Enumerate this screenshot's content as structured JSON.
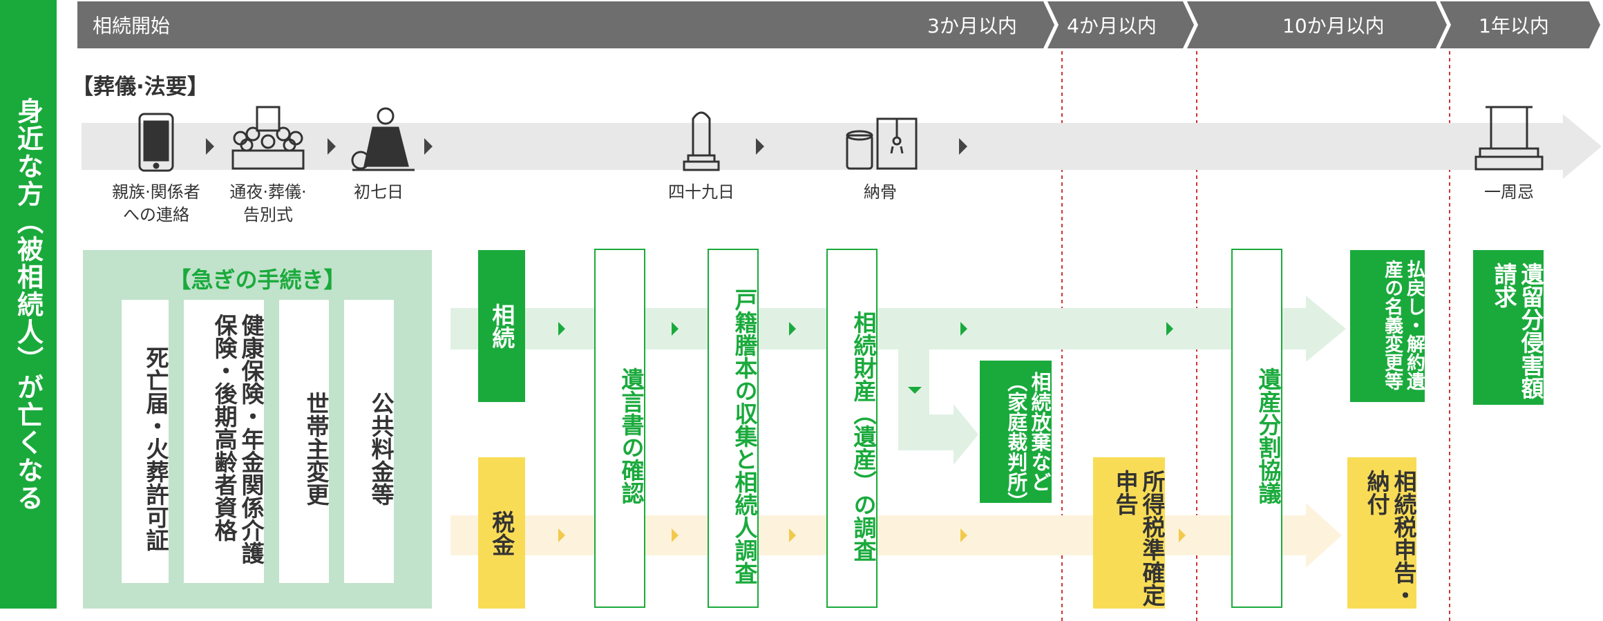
{
  "sidebar": {
    "text": "身近な方（被相続人）が亡くなる"
  },
  "timeline": {
    "start": "相続開始",
    "m3": "3か月以内",
    "m4": "4か月以内",
    "m10": "10か月以内",
    "y1": "1年以内"
  },
  "funeral": {
    "title": "【葬儀·法要】",
    "events": [
      {
        "label1": "親族·関係者",
        "label2": "への連絡",
        "icon": "smartphone-icon"
      },
      {
        "label1": "通夜·葬儀·",
        "label2": "告別式",
        "icon": "funeral-altar-icon"
      },
      {
        "label1": "初七日",
        "label2": "",
        "icon": "monk-icon"
      },
      {
        "label1": "四十九日",
        "label2": "",
        "icon": "memorial-tablet-icon"
      },
      {
        "label1": "納骨",
        "label2": "",
        "icon": "urn-icon"
      },
      {
        "label1": "一周忌",
        "label2": "",
        "icon": "grave-icon"
      }
    ]
  },
  "urgent": {
    "title": "【急ぎの手続き】",
    "items": [
      "死亡届・火葬許可証",
      "健康保険・年金関係介護保険・後期高齢者資格",
      "世帯主変更",
      "公共料金等"
    ]
  },
  "categories": {
    "inherit": "相続",
    "tax": "税金"
  },
  "steps": {
    "will": "遺言書の確認",
    "family": "戸籍謄本の収集と相続人調査",
    "assets": "相続財産（遺産）の調査",
    "renounce": "相続放棄など（家庭裁判所）",
    "income_tax": "所得税準確定申告",
    "division": "遺産分割協議",
    "transfer": "払戻し・解約遺産の名義変更等",
    "claim": "遺留分侵害額請求",
    "inherit_tax": "相続税申告・納付"
  },
  "colors": {
    "green": "#1aaa3c",
    "yellow": "#f9dc56",
    "timeline": "#6e6e6e",
    "lightgreen": "#c1e2cb",
    "red": "#cc3333"
  }
}
